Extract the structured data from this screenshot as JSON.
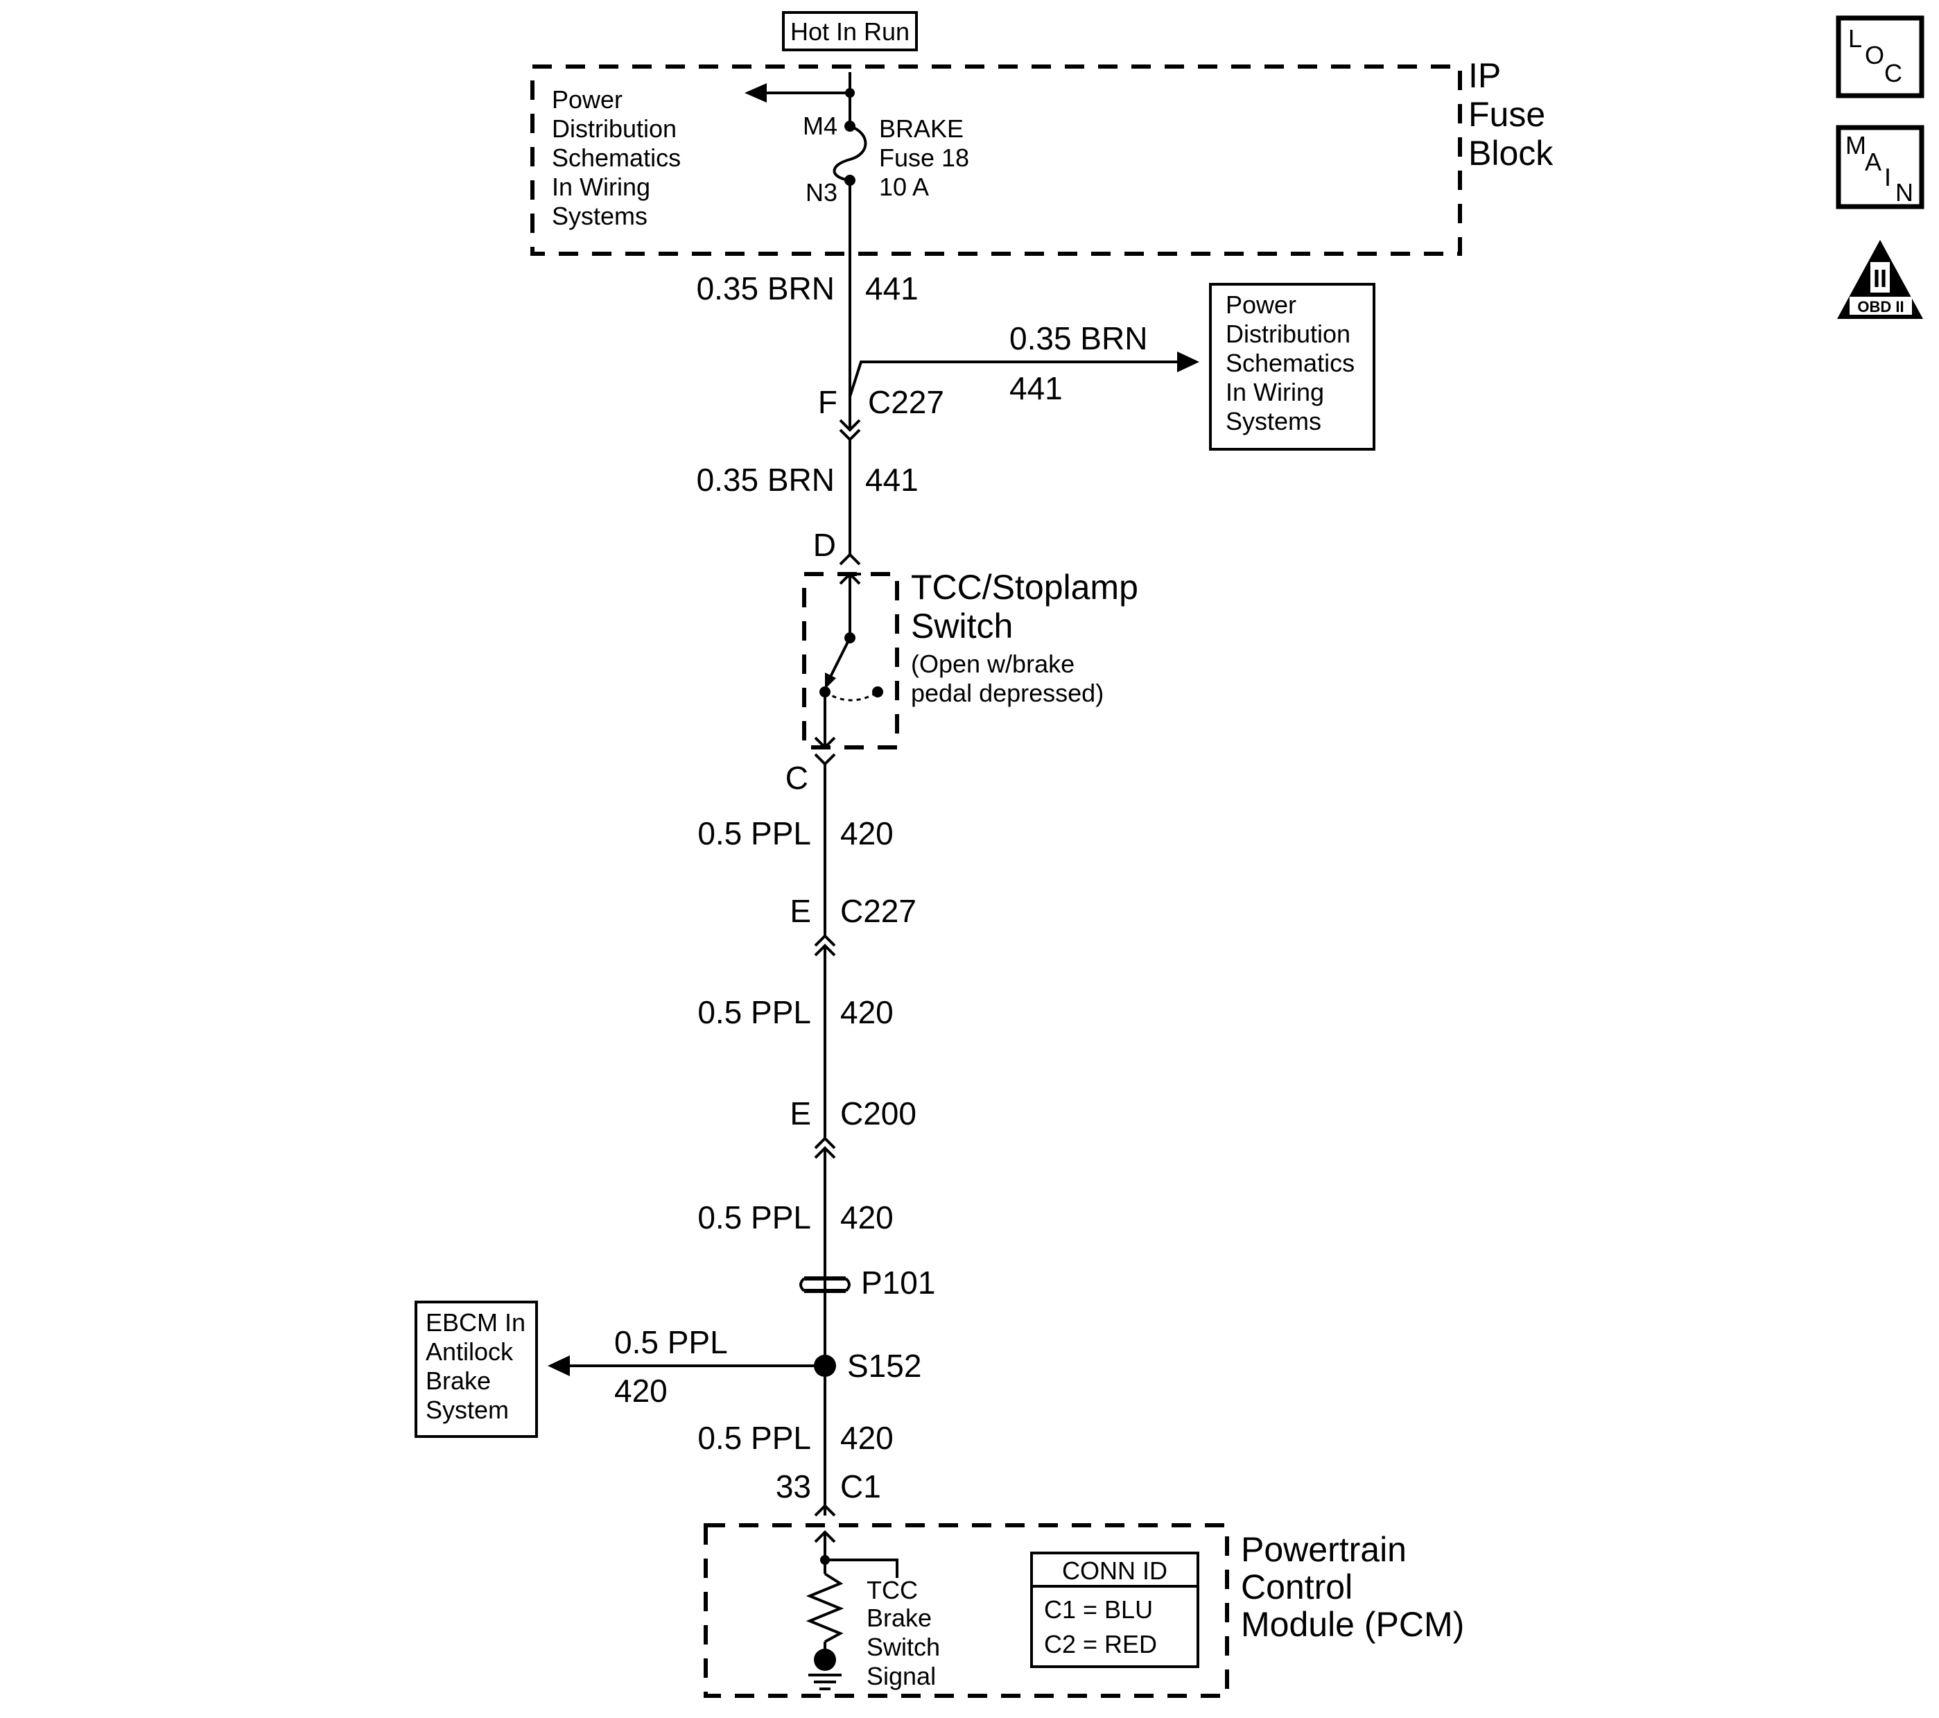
{
  "header": {
    "power_source": "Hot In Run"
  },
  "fuse_block": {
    "name_line1": "IP",
    "name_line2": "Fuse",
    "name_line3": "Block",
    "ref_lines": [
      "Power",
      "Distribution",
      "Schematics",
      "In Wiring",
      "Systems"
    ],
    "terminal_top": "M4",
    "terminal_bottom": "N3",
    "fuse_line1": "BRAKE",
    "fuse_line2": "Fuse 18",
    "fuse_line3": "10 A"
  },
  "wires": {
    "w1_gauge": "0.35 BRN",
    "w1_circuit": "441",
    "branch_gauge": "0.35 BRN",
    "branch_circuit": "441",
    "w2_gauge": "0.35 BRN",
    "w2_circuit": "441",
    "w3_gauge": "0.5 PPL",
    "w3_circuit": "420",
    "w4_gauge": "0.5 PPL",
    "w4_circuit": "420",
    "w5_gauge": "0.5 PPL",
    "w5_circuit": "420",
    "ebcm_gauge": "0.5 PPL",
    "ebcm_circuit": "420",
    "w6_gauge": "0.5 PPL",
    "w6_circuit": "420"
  },
  "branch_ref": {
    "lines": [
      "Power",
      "Distribution",
      "Schematics",
      "In Wiring",
      "Systems"
    ]
  },
  "connectors": {
    "c227_f_pin": "F",
    "c227_f_name": "C227",
    "switch_top_pin": "D",
    "switch_bottom_pin": "C",
    "c227_e_pin": "E",
    "c227_e_name": "C227",
    "c200_pin": "E",
    "c200_name": "C200",
    "p101_name": "P101",
    "splice_name": "S152",
    "pcm_pin": "33",
    "pcm_conn": "C1"
  },
  "switch": {
    "name_line1": "TCC/Stoplamp",
    "name_line2": "Switch",
    "note_line1": "(Open w/brake",
    "note_line2": "pedal depressed)"
  },
  "ebcm": {
    "lines": [
      "EBCM In",
      "Antilock",
      "Brake",
      "System"
    ]
  },
  "pcm": {
    "name_line1": "Powertrain",
    "name_line2": "Control",
    "name_line3": "Module (PCM)",
    "signal_lines": [
      "TCC",
      "Brake",
      "Switch",
      "Signal"
    ],
    "conn_id_title": "CONN ID",
    "conn_id_row1": "C1  =  BLU",
    "conn_id_row2": "C2  =  RED"
  },
  "side_icons": {
    "loc": [
      "L",
      "O",
      "C"
    ],
    "main": [
      "M",
      "A",
      "I",
      "N"
    ],
    "obd_numeral": "II",
    "obd_label": "OBD II"
  }
}
